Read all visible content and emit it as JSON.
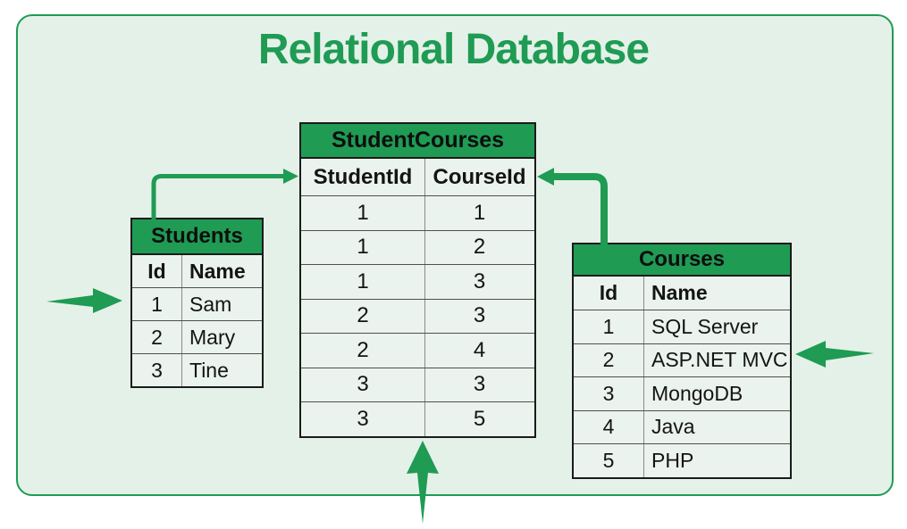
{
  "title": "Relational Database",
  "colors": {
    "green": "#1f9b53",
    "panel_bg": "#e4f1e9",
    "cell_bg": "#eaf3ed",
    "ink": "#141414"
  },
  "tables": {
    "student_courses": {
      "title": "StudentCourses",
      "columns": [
        "StudentId",
        "CourseId"
      ],
      "rows": [
        [
          "1",
          "1"
        ],
        [
          "1",
          "2"
        ],
        [
          "1",
          "3"
        ],
        [
          "2",
          "3"
        ],
        [
          "2",
          "4"
        ],
        [
          "3",
          "3"
        ],
        [
          "3",
          "5"
        ]
      ]
    },
    "students": {
      "title": "Students",
      "columns": [
        "Id",
        "Name"
      ],
      "rows": [
        [
          "1",
          "Sam"
        ],
        [
          "2",
          "Mary"
        ],
        [
          "3",
          "Tine"
        ]
      ]
    },
    "courses": {
      "title": "Courses",
      "columns": [
        "Id",
        "Name"
      ],
      "rows": [
        [
          "1",
          "SQL Server"
        ],
        [
          "2",
          "ASP.NET MVC"
        ],
        [
          "3",
          "MongoDB"
        ],
        [
          "4",
          "Java"
        ],
        [
          "5",
          "PHP"
        ]
      ]
    }
  },
  "arrows": {
    "students_link": "elbow-arrow-pointing-right-into-studentid",
    "courses_link": "elbow-arrow-pointing-left-into-courseid",
    "students_row_pointer": "block-arrow-pointing-right-at-row-sam",
    "courses_row_pointer": "block-arrow-pointing-left-at-row-aspnet-mvc",
    "studentcourses_pointer": "block-arrow-pointing-up-at-studentcourses"
  }
}
